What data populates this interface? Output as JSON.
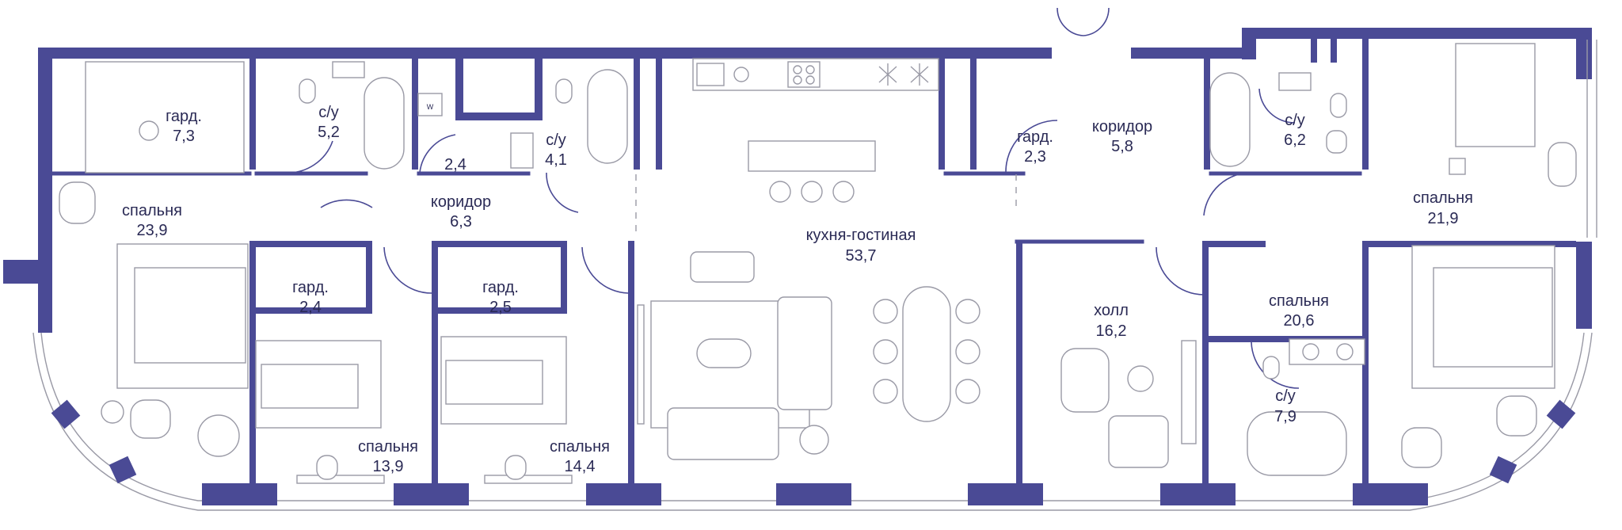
{
  "rooms": [
    {
      "id": "wardrobe-1",
      "name": "гард.",
      "area": "7,3"
    },
    {
      "id": "bathroom-1",
      "name": "с/у",
      "area": "5,2"
    },
    {
      "id": "wardrobe-small",
      "name": "",
      "area": "2,4"
    },
    {
      "id": "bathroom-2",
      "name": "с/у",
      "area": "4,1"
    },
    {
      "id": "corridor-1",
      "name": "коридор",
      "area": "6,3"
    },
    {
      "id": "bedroom-1",
      "name": "спальня",
      "area": "23,9"
    },
    {
      "id": "wardrobe-2",
      "name": "гард.",
      "area": "2,4"
    },
    {
      "id": "wardrobe-3",
      "name": "гард.",
      "area": "2,5"
    },
    {
      "id": "bedroom-2",
      "name": "спальня",
      "area": "13,9"
    },
    {
      "id": "bedroom-3",
      "name": "спальня",
      "area": "14,4"
    },
    {
      "id": "kitchen-living",
      "name": "кухня-гостиная",
      "area": "53,7"
    },
    {
      "id": "wardrobe-4",
      "name": "гард.",
      "area": "2,3"
    },
    {
      "id": "corridor-2",
      "name": "коридор",
      "area": "5,8"
    },
    {
      "id": "bathroom-3",
      "name": "с/у",
      "area": "6,2"
    },
    {
      "id": "bedroom-4",
      "name": "спальня",
      "area": "21,9"
    },
    {
      "id": "hall",
      "name": "холл",
      "area": "16,2"
    },
    {
      "id": "bedroom-5",
      "name": "спальня",
      "area": "20,6"
    },
    {
      "id": "bathroom-4",
      "name": "с/у",
      "area": "7,9"
    }
  ],
  "fixtures": {
    "boiler_mark": "W"
  },
  "colors": {
    "wall": "#4a4a95",
    "furniture_line": "#9a9aa6",
    "label": "#2a2a55"
  }
}
